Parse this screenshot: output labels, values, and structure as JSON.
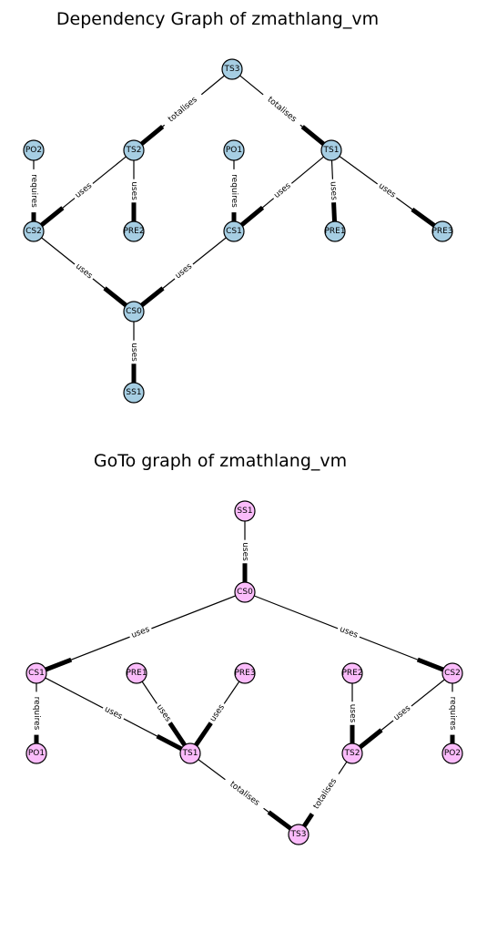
{
  "graphs": [
    {
      "id": "dependency",
      "title": "Dependency Graph of zmathlang_vm",
      "node_color": "#a6cee3",
      "nodes": [
        {
          "id": "TS3",
          "label": "TS3"
        },
        {
          "id": "PO2",
          "label": "PO2"
        },
        {
          "id": "TS2",
          "label": "TS2"
        },
        {
          "id": "PO1",
          "label": "PO1"
        },
        {
          "id": "TS1",
          "label": "TS1"
        },
        {
          "id": "CS2",
          "label": "CS2"
        },
        {
          "id": "PRE2",
          "label": "PRE2"
        },
        {
          "id": "CS1",
          "label": "CS1"
        },
        {
          "id": "PRE1",
          "label": "PRE1"
        },
        {
          "id": "PRE3",
          "label": "PRE3"
        },
        {
          "id": "CS0",
          "label": "CS0"
        },
        {
          "id": "SS1",
          "label": "SS1"
        }
      ],
      "edges": [
        {
          "from": "TS3",
          "to": "TS2",
          "label": "totalises"
        },
        {
          "from": "TS3",
          "to": "TS1",
          "label": "totalises"
        },
        {
          "from": "PO2",
          "to": "CS2",
          "label": "requires"
        },
        {
          "from": "TS2",
          "to": "CS2",
          "label": "uses"
        },
        {
          "from": "TS2",
          "to": "PRE2",
          "label": "uses"
        },
        {
          "from": "PO1",
          "to": "CS1",
          "label": "requires"
        },
        {
          "from": "TS1",
          "to": "CS1",
          "label": "uses"
        },
        {
          "from": "TS1",
          "to": "PRE1",
          "label": "uses"
        },
        {
          "from": "TS1",
          "to": "PRE3",
          "label": "uses"
        },
        {
          "from": "CS2",
          "to": "CS0",
          "label": "uses"
        },
        {
          "from": "CS1",
          "to": "CS0",
          "label": "uses"
        },
        {
          "from": "CS0",
          "to": "SS1",
          "label": "uses"
        }
      ]
    },
    {
      "id": "goto",
      "title": "GoTo graph of zmathlang_vm",
      "node_color": "#fbbcfb",
      "nodes": [
        {
          "id": "SS1",
          "label": "SS1"
        },
        {
          "id": "CS0",
          "label": "CS0"
        },
        {
          "id": "CS1",
          "label": "CS1"
        },
        {
          "id": "PRE1",
          "label": "PRE1"
        },
        {
          "id": "PRE3",
          "label": "PRE3"
        },
        {
          "id": "PRE2",
          "label": "PRE2"
        },
        {
          "id": "CS2",
          "label": "CS2"
        },
        {
          "id": "PO1",
          "label": "PO1"
        },
        {
          "id": "TS1",
          "label": "TS1"
        },
        {
          "id": "TS2",
          "label": "TS2"
        },
        {
          "id": "PO2",
          "label": "PO2"
        },
        {
          "id": "TS3",
          "label": "TS3"
        }
      ],
      "edges": [
        {
          "from": "SS1",
          "to": "CS0",
          "label": "uses"
        },
        {
          "from": "CS0",
          "to": "CS1",
          "label": "uses"
        },
        {
          "from": "CS0",
          "to": "CS2",
          "label": "uses"
        },
        {
          "from": "CS1",
          "to": "PO1",
          "label": "requires"
        },
        {
          "from": "CS1",
          "to": "TS1",
          "label": "uses"
        },
        {
          "from": "PRE1",
          "to": "TS1",
          "label": "uses"
        },
        {
          "from": "PRE3",
          "to": "TS1",
          "label": "uses"
        },
        {
          "from": "PRE2",
          "to": "TS2",
          "label": "uses"
        },
        {
          "from": "CS2",
          "to": "TS2",
          "label": "uses"
        },
        {
          "from": "CS2",
          "to": "PO2",
          "label": "requires"
        },
        {
          "from": "TS1",
          "to": "TS3",
          "label": "totalises"
        },
        {
          "from": "TS2",
          "to": "TS3",
          "label": "totalises"
        }
      ]
    }
  ]
}
